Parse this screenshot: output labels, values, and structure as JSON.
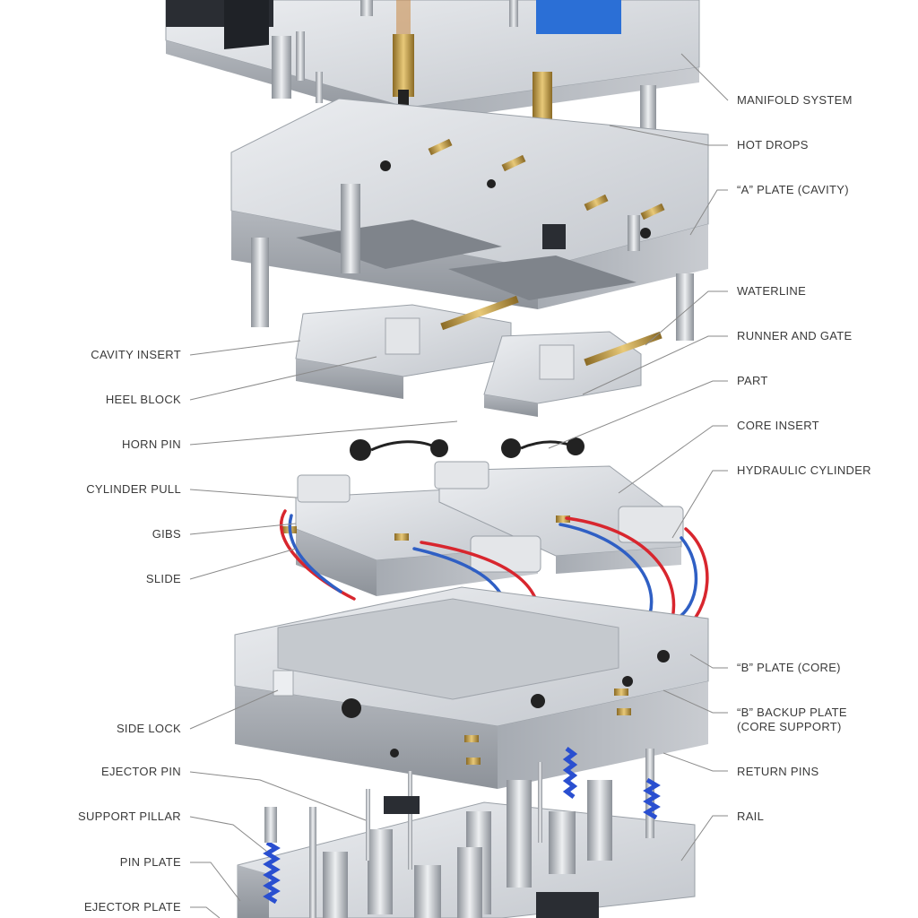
{
  "colors": {
    "background": "#ffffff",
    "steel_light": "#d9dce0",
    "steel_mid": "#b8bcc2",
    "steel_dark": "#8d9299",
    "brass": "#c9a24a",
    "hose_red": "#d8262e",
    "hose_blue": "#2f5fc4",
    "spring_blue": "#2a4fd0",
    "panel_blue": "#2b6fd6",
    "label_text": "#3a3a3a",
    "leader_line": "#8a8a8a"
  },
  "labels_right": [
    {
      "id": "manifold-system",
      "text": "MANIFOLD SYSTEM"
    },
    {
      "id": "hot-drops",
      "text": "HOT DROPS"
    },
    {
      "id": "a-plate-cavity",
      "text": "“A” PLATE (CAVITY)"
    },
    {
      "id": "waterline",
      "text": "WATERLINE"
    },
    {
      "id": "runner-and-gate",
      "text": "RUNNER AND GATE"
    },
    {
      "id": "part",
      "text": "PART"
    },
    {
      "id": "core-insert",
      "text": "CORE INSERT"
    },
    {
      "id": "hydraulic-cylinder",
      "text": "HYDRAULIC CYLINDER"
    },
    {
      "id": "b-plate-core",
      "text": "“B” PLATE (CORE)"
    },
    {
      "id": "b-backup-plate-1",
      "text": "“B” BACKUP PLATE"
    },
    {
      "id": "b-backup-plate-2",
      "text": "(CORE SUPPORT)"
    },
    {
      "id": "return-pins",
      "text": "RETURN PINS"
    },
    {
      "id": "rail",
      "text": "RAIL"
    }
  ],
  "labels_left": [
    {
      "id": "cavity-insert",
      "text": "CAVITY INSERT"
    },
    {
      "id": "heel-block",
      "text": "HEEL BLOCK"
    },
    {
      "id": "horn-pin",
      "text": "HORN PIN"
    },
    {
      "id": "cylinder-pull",
      "text": "CYLINDER PULL"
    },
    {
      "id": "gibs",
      "text": "GIBS"
    },
    {
      "id": "slide",
      "text": "SLIDE"
    },
    {
      "id": "side-lock",
      "text": "SIDE LOCK"
    },
    {
      "id": "ejector-pin",
      "text": "EJECTOR PIN"
    },
    {
      "id": "support-pillar",
      "text": "SUPPORT PILLAR"
    },
    {
      "id": "pin-plate",
      "text": "PIN PLATE"
    },
    {
      "id": "ejector-plate",
      "text": "EJECTOR PLATE"
    }
  ]
}
